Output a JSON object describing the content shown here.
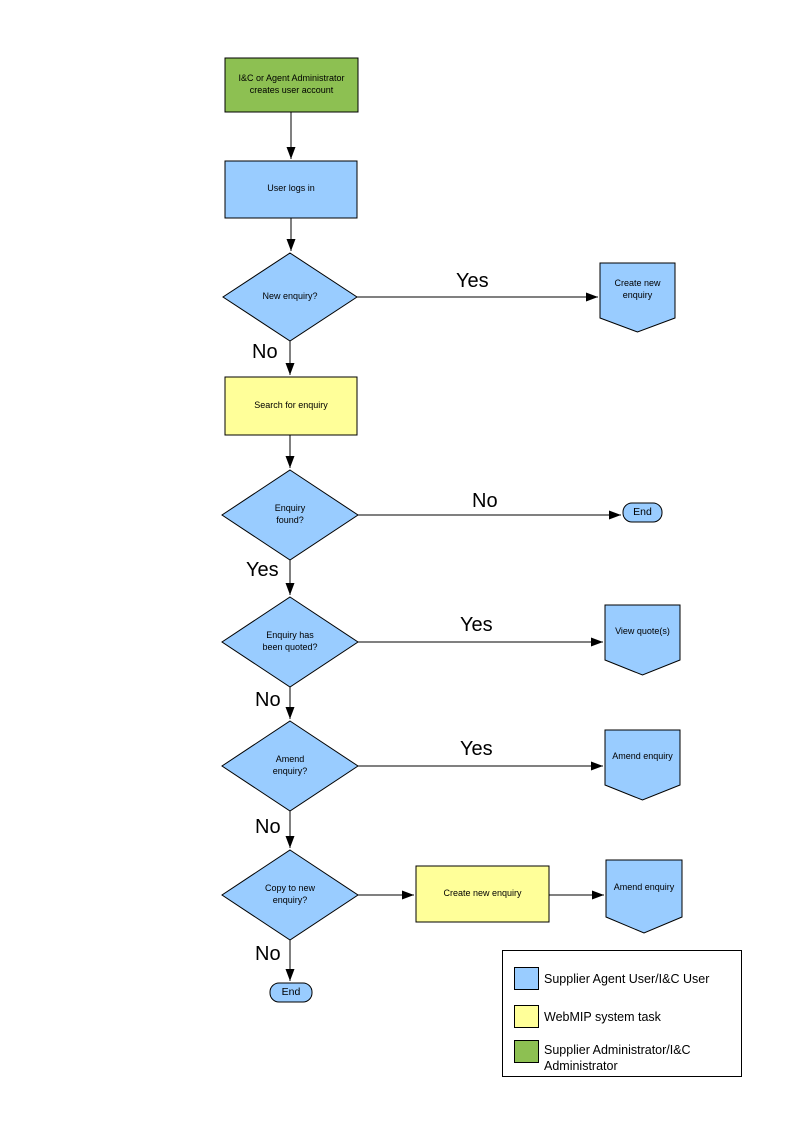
{
  "colors": {
    "user_task_fill": "#99CCFF",
    "system_task_fill": "#FFFF99",
    "admin_task_fill": "#8DC052",
    "outline": "#000000"
  },
  "nodes": {
    "create_account": "I&C or Agent Administrator creates user account",
    "user_logs_in": "User logs in",
    "new_enquiry_q": "New enquiry?",
    "create_new_enquiry_offpage": "Create new enquiry",
    "search_for_enquiry": "Search for enquiry",
    "enquiry_found_q": "Enquiry found?",
    "end_top": "End",
    "enquiry_quoted_q": "Enquiry has been quoted?",
    "view_quotes": "View quote(s)",
    "amend_enquiry_q": "Amend enquiry?",
    "amend_enquiry_offpage": "Amend enquiry",
    "copy_to_new_enquiry_q": "Copy to new enquiry?",
    "create_new_enquiry_task": "Create new enquiry",
    "amend_enquiry_offpage_2": "Amend enquiry",
    "end_bottom": "End"
  },
  "edge_labels": {
    "new_enquiry_yes": "Yes",
    "new_enquiry_no": "No",
    "enquiry_found_no": "No",
    "enquiry_found_yes": "Yes",
    "quoted_yes": "Yes",
    "quoted_no": "No",
    "amend_yes": "Yes",
    "amend_no": "No",
    "copy_no": "No"
  },
  "legend": {
    "items": [
      {
        "label": "Supplier Agent User/I&C User"
      },
      {
        "label": "WebMIP system task"
      },
      {
        "label": "Supplier Administrator/I&C Administrator"
      }
    ]
  }
}
